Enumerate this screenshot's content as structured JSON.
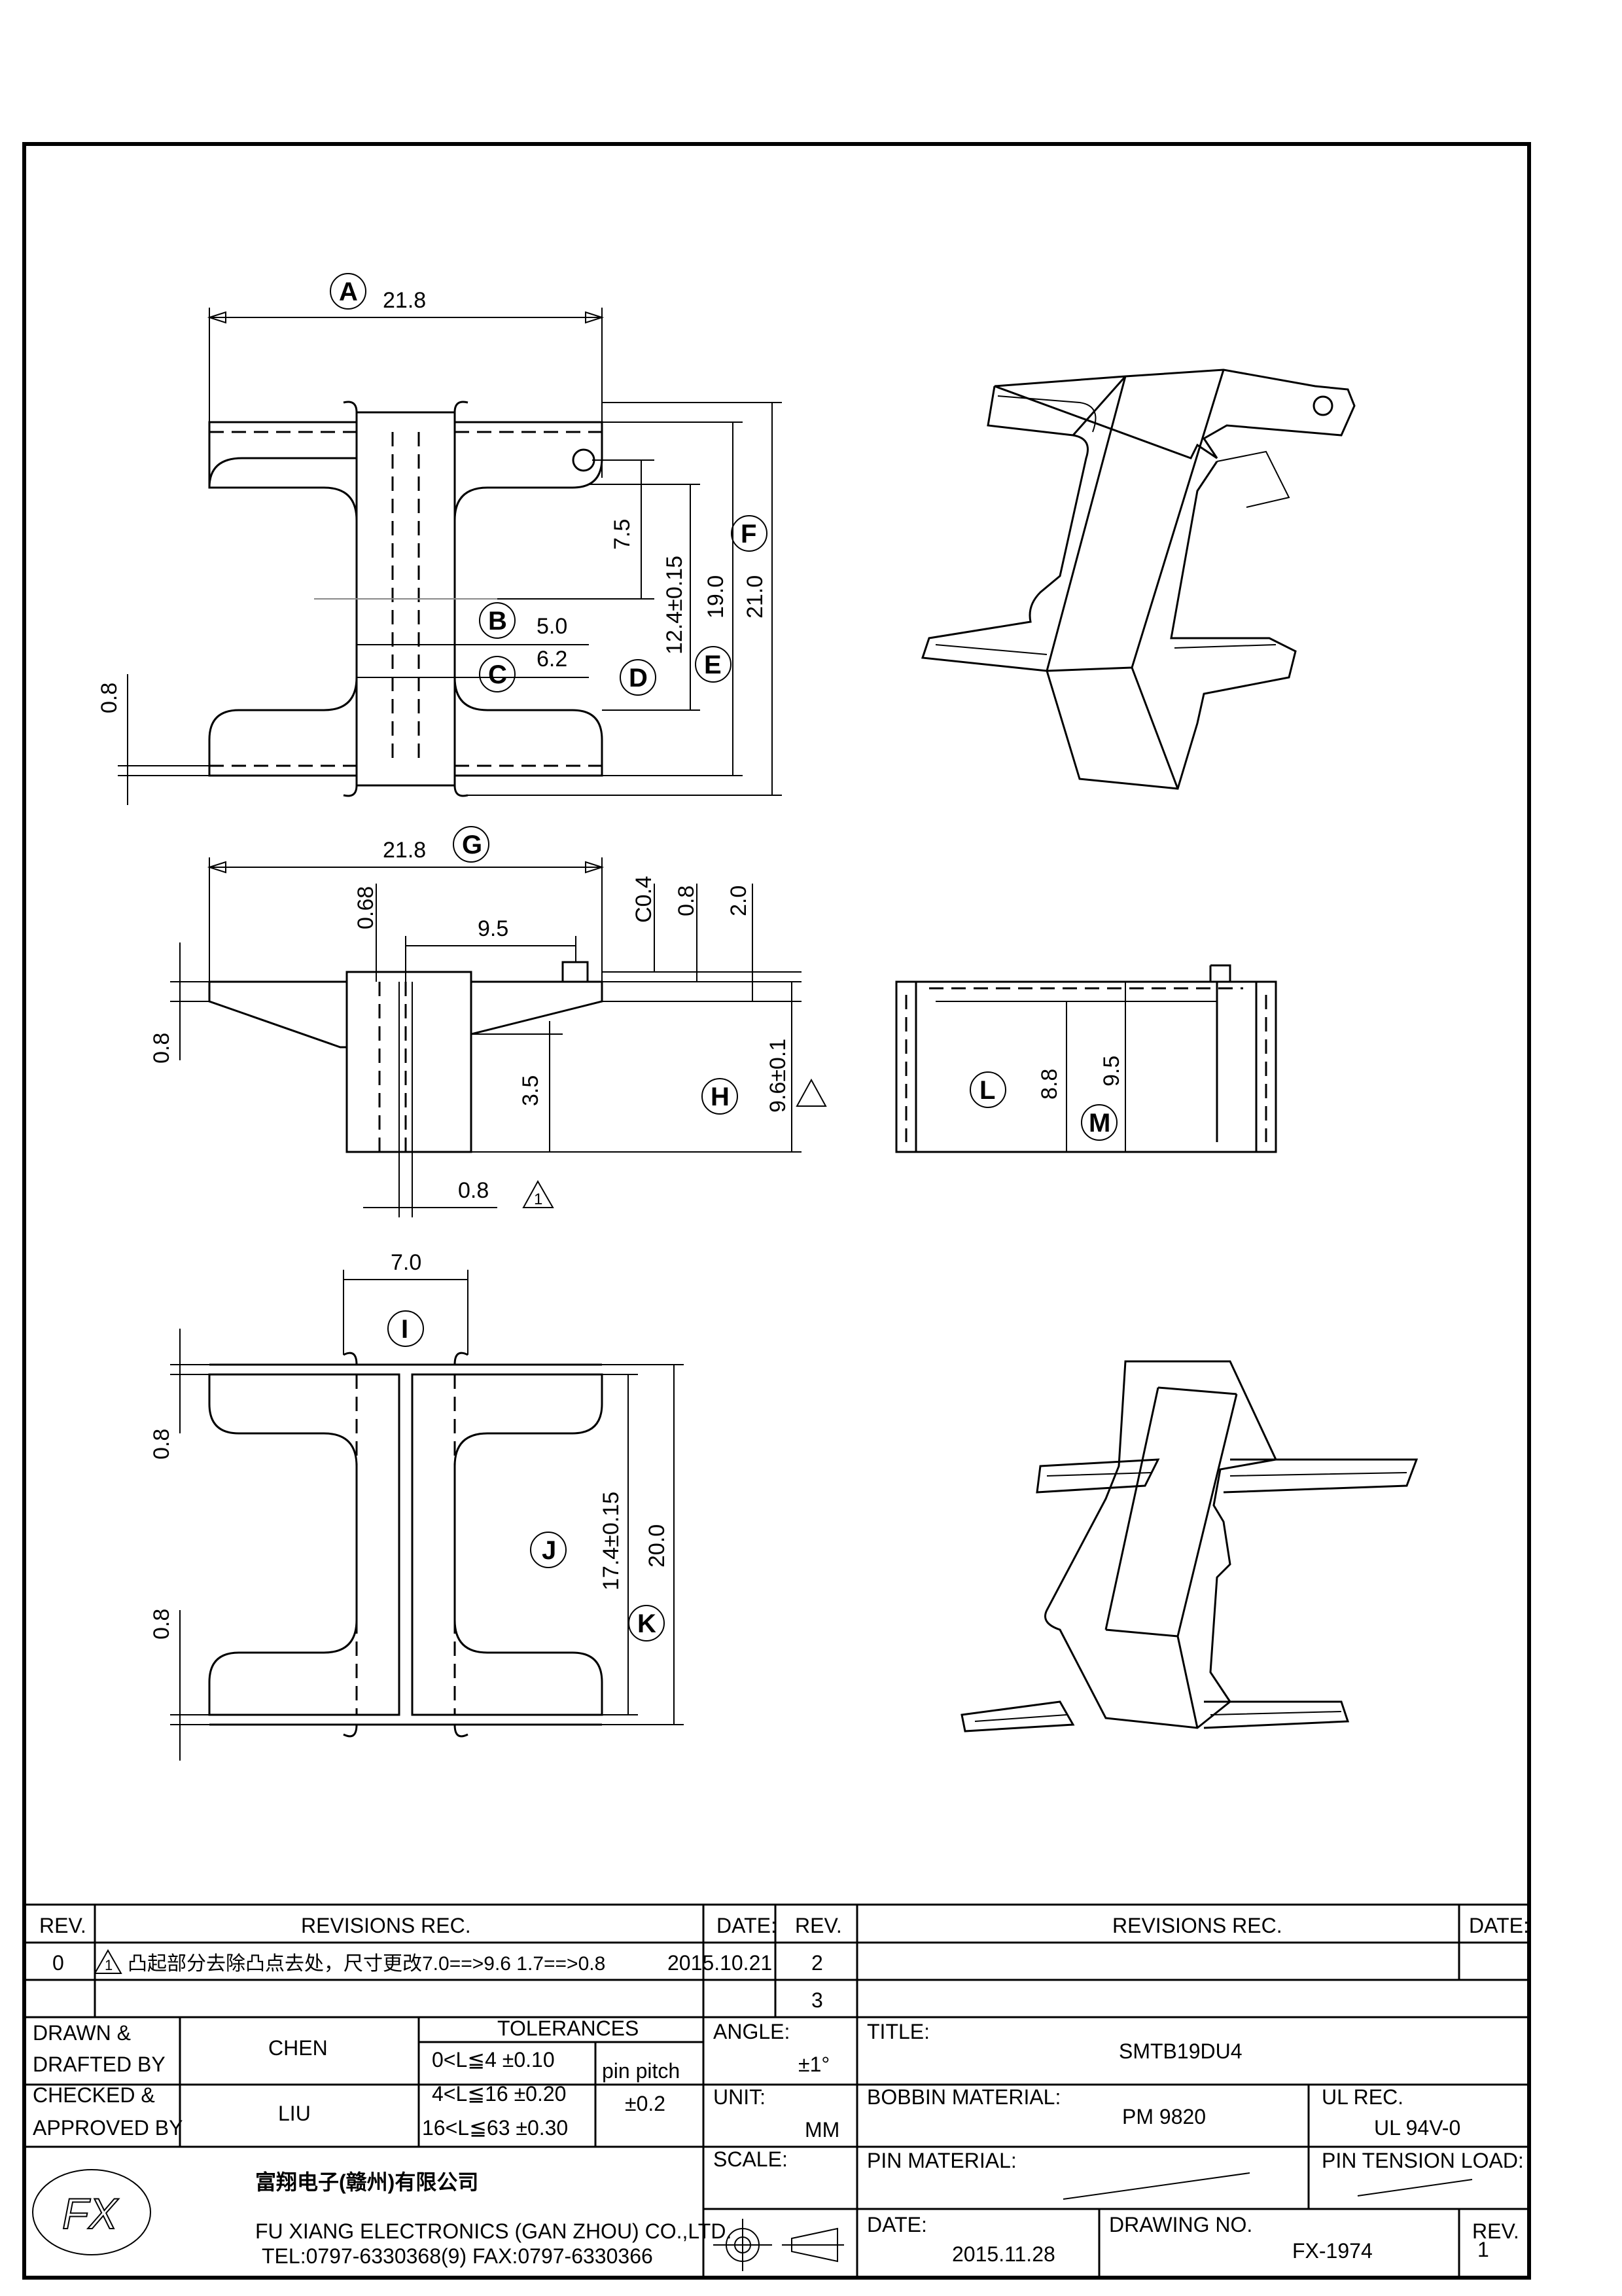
{
  "drawing": {
    "top_view": {
      "width": "21.8",
      "dim_7_5": "7.5",
      "dim_12_4": "12.4±0.15",
      "dim_19_0": "19.0",
      "dim_21_0": "21.0",
      "dim_5_0": "5.0",
      "dim_6_2": "6.2",
      "dim_0_8": "0.8",
      "labels": [
        "A",
        "B",
        "C",
        "D",
        "E",
        "F"
      ]
    },
    "front_view": {
      "width": "21.8",
      "dim_9_5": "9.5",
      "dim_0_68": "0.68",
      "dim_c0_4": "C0.4",
      "dim_0_8_top": "0.8",
      "dim_2_0": "2.0",
      "dim_0_8_left": "0.8",
      "dim_3_5": "3.5",
      "dim_9_6": "9.6±0.1",
      "dim_0_8_bottom": "0.8",
      "rev_mark": "1",
      "labels": [
        "G",
        "H"
      ]
    },
    "side_view": {
      "dim_8_8": "8.8",
      "dim_9_5": "9.5",
      "labels": [
        "L",
        "M"
      ]
    },
    "bottom_view": {
      "dim_7_0": "7.0",
      "dim_0_8_top": "0.8",
      "dim_0_8_bottom": "0.8",
      "dim_17_4": "17.4±0.15",
      "dim_20_0": "20.0",
      "labels": [
        "I",
        "J",
        "K"
      ]
    }
  },
  "revisions_left": {
    "headers": {
      "rev": "REV.",
      "revisions": "REVISIONS   REC.",
      "date": "DATE:"
    },
    "rows": [
      {
        "rev": "0",
        "mark": "1",
        "text": "凸起部分去除凸点去处，尺寸更改7.0==>9.6   1.7==>0.8",
        "date": "2015.10.21"
      },
      {
        "rev": "",
        "mark": "",
        "text": "",
        "date": ""
      }
    ]
  },
  "revisions_right": {
    "headers": {
      "rev": "REV.",
      "revisions": "REVISIONS   REC.",
      "date": "DATE:"
    },
    "rows": [
      {
        "rev": "2"
      },
      {
        "rev": "3"
      }
    ]
  },
  "title_block": {
    "drawn_label": "DRAWN &",
    "drafted_label": "DRAFTED BY",
    "drawn_name": "CHEN",
    "checked_label": "CHECKED &",
    "approved_label": "APPROVED BY",
    "checked_name": "LIU",
    "tolerances_label": "TOLERANCES",
    "tol1": "0<L≦4   ±0.10",
    "tol2": "4<L≦16  ±0.20",
    "tol3": "16<L≦63  ±0.30",
    "pin_pitch": "pin  pitch",
    "pin_pitch_tol": "±0.2",
    "angle_label": "ANGLE:",
    "angle_value": "±1°",
    "unit_label": "UNIT:",
    "unit_value": "MM",
    "scale_label": "SCALE:",
    "title_label": "TITLE:",
    "title_value": "SMTB19DU4",
    "bobbin_label": "BOBBIN  MATERIAL:",
    "bobbin_value": "PM  9820",
    "ul_label": "UL  REC.",
    "ul_value": "UL  94V-0",
    "pin_material_label": "PIN  MATERIAL:",
    "pin_tension_label": "PIN  TENSION  LOAD:",
    "date_label": "DATE:",
    "date_value": "2015.11.28",
    "drawing_no_label": "DRAWING  NO.",
    "drawing_no_value": "FX-1974",
    "rev_label": "REV.",
    "rev_value": "1",
    "company_cn": "富翔电子(赣州)有限公司",
    "company_en": "FU  XIANG  ELECTRONICS  (GAN  ZHOU)  CO.,LTD.",
    "contact": "TEL:0797-6330368(9)   FAX:0797-6330366"
  }
}
